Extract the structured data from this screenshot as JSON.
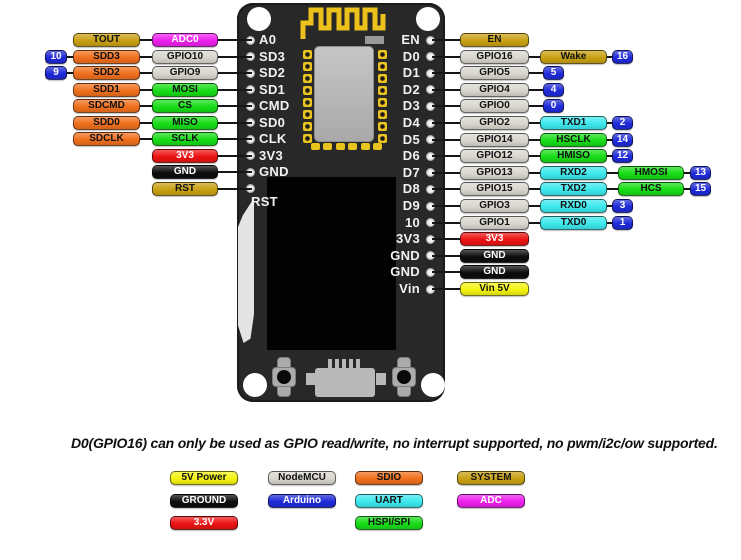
{
  "colors": {
    "system": "#C9A112",
    "adc": "#EE1FEE",
    "sdio": "#F0701D",
    "nodemcu": "#D9D6CE",
    "hspi": "#17DD17",
    "uart": "#3DE9ED",
    "arduino": "#1F2BD8",
    "v33": "#EC1313",
    "ground": "#0D0D0D",
    "v5": "#F4F411"
  },
  "board": {
    "silkscreen_rst": "RST",
    "left_pins": [
      {
        "label": "A0",
        "tags": [
          {
            "text": "TOUT",
            "type": "system"
          },
          {
            "text": "ADC0",
            "type": "adc"
          }
        ]
      },
      {
        "label": "SD3",
        "number": "10",
        "tags": [
          {
            "text": "SDD3",
            "type": "sdio"
          },
          {
            "text": "GPIO10",
            "type": "nodemcu"
          }
        ]
      },
      {
        "label": "SD2",
        "number": "9",
        "tags": [
          {
            "text": "SDD2",
            "type": "sdio"
          },
          {
            "text": "GPIO9",
            "type": "nodemcu"
          }
        ]
      },
      {
        "label": "SD1",
        "tags": [
          {
            "text": "SDD1",
            "type": "sdio"
          },
          {
            "text": "MOSI",
            "type": "hspi"
          }
        ]
      },
      {
        "label": "CMD",
        "tags": [
          {
            "text": "SDCMD",
            "type": "sdio"
          },
          {
            "text": "CS",
            "type": "hspi"
          }
        ]
      },
      {
        "label": "SD0",
        "tags": [
          {
            "text": "SDD0",
            "type": "sdio"
          },
          {
            "text": "MISO",
            "type": "hspi"
          }
        ]
      },
      {
        "label": "CLK",
        "tags": [
          {
            "text": "SDCLK",
            "type": "sdio"
          },
          {
            "text": "SCLK",
            "type": "hspi"
          }
        ]
      },
      {
        "label": "3V3",
        "tags": [
          {
            "text": "3V3",
            "type": "v33"
          }
        ]
      },
      {
        "label": "GND",
        "tags": [
          {
            "text": "GND",
            "type": "ground"
          }
        ]
      },
      {
        "label": "RST",
        "label_below": true,
        "tags": [
          {
            "text": "RST",
            "type": "system"
          }
        ]
      }
    ],
    "right_pins": [
      {
        "label": "EN",
        "tags": [
          {
            "text": "EN",
            "type": "system"
          }
        ]
      },
      {
        "label": "D0",
        "number": "16",
        "tags": [
          {
            "text": "GPIO16",
            "type": "nodemcu"
          },
          {
            "text": "Wake",
            "type": "system"
          }
        ]
      },
      {
        "label": "D1",
        "number": "5",
        "tags": [
          {
            "text": "GPIO5",
            "type": "nodemcu"
          }
        ]
      },
      {
        "label": "D2",
        "number": "4",
        "tags": [
          {
            "text": "GPIO4",
            "type": "nodemcu"
          }
        ]
      },
      {
        "label": "D3",
        "number": "0",
        "tags": [
          {
            "text": "GPIO0",
            "type": "nodemcu"
          }
        ]
      },
      {
        "label": "D4",
        "number": "2",
        "tags": [
          {
            "text": "GPIO2",
            "type": "nodemcu"
          },
          {
            "text": "TXD1",
            "type": "uart"
          }
        ]
      },
      {
        "label": "D5",
        "number": "14",
        "tags": [
          {
            "text": "GPIO14",
            "type": "nodemcu"
          },
          {
            "text": "HSCLK",
            "type": "hspi"
          }
        ]
      },
      {
        "label": "D6",
        "number": "12",
        "tags": [
          {
            "text": "GPIO12",
            "type": "nodemcu"
          },
          {
            "text": "HMISO",
            "type": "hspi"
          }
        ]
      },
      {
        "label": "D7",
        "number": "13",
        "tags": [
          {
            "text": "GPIO13",
            "type": "nodemcu"
          },
          {
            "text": "RXD2",
            "type": "uart"
          },
          {
            "text": "HMOSI",
            "type": "hspi"
          }
        ]
      },
      {
        "label": "D8",
        "number": "15",
        "tags": [
          {
            "text": "GPIO15",
            "type": "nodemcu"
          },
          {
            "text": "TXD2",
            "type": "uart"
          },
          {
            "text": "HCS",
            "type": "hspi"
          }
        ]
      },
      {
        "label": "D9",
        "number": "3",
        "tags": [
          {
            "text": "GPIO3",
            "type": "nodemcu"
          },
          {
            "text": "RXD0",
            "type": "uart"
          }
        ]
      },
      {
        "label": "10",
        "number": "1",
        "tags": [
          {
            "text": "GPIO1",
            "type": "nodemcu"
          },
          {
            "text": "TXD0",
            "type": "uart"
          }
        ]
      },
      {
        "label": "3V3",
        "tags": [
          {
            "text": "3V3",
            "type": "v33"
          }
        ]
      },
      {
        "label": "GND",
        "tags": [
          {
            "text": "GND",
            "type": "ground"
          }
        ]
      },
      {
        "label": "GND",
        "tags": [
          {
            "text": "GND",
            "type": "ground"
          }
        ]
      },
      {
        "label": "Vin",
        "tags": [
          {
            "text": "Vin 5V",
            "type": "v5"
          }
        ]
      }
    ]
  },
  "note": "D0(GPIO16) can only be used as GPIO read/write, no interrupt supported, no pwm/i2c/ow supported.",
  "legend": {
    "items": [
      {
        "text": "5V Power",
        "type": "v5",
        "col": 0,
        "row": 0
      },
      {
        "text": "NodeMCU",
        "type": "nodemcu",
        "col": 1,
        "row": 0
      },
      {
        "text": "SDIO",
        "type": "sdio",
        "col": 2,
        "row": 0
      },
      {
        "text": "SYSTEM",
        "type": "system",
        "col": 3,
        "row": 0
      },
      {
        "text": "GROUND",
        "type": "ground",
        "col": 0,
        "row": 1
      },
      {
        "text": "Arduino",
        "type": "arduino",
        "col": 1,
        "row": 1
      },
      {
        "text": "UART",
        "type": "uart",
        "col": 2,
        "row": 1
      },
      {
        "text": "ADC",
        "type": "adc",
        "col": 3,
        "row": 1
      },
      {
        "text": "3.3V",
        "type": "v33",
        "col": 0,
        "row": 2
      },
      {
        "text": "HSPI/SPI",
        "type": "hspi",
        "col": 2,
        "row": 2
      }
    ]
  }
}
